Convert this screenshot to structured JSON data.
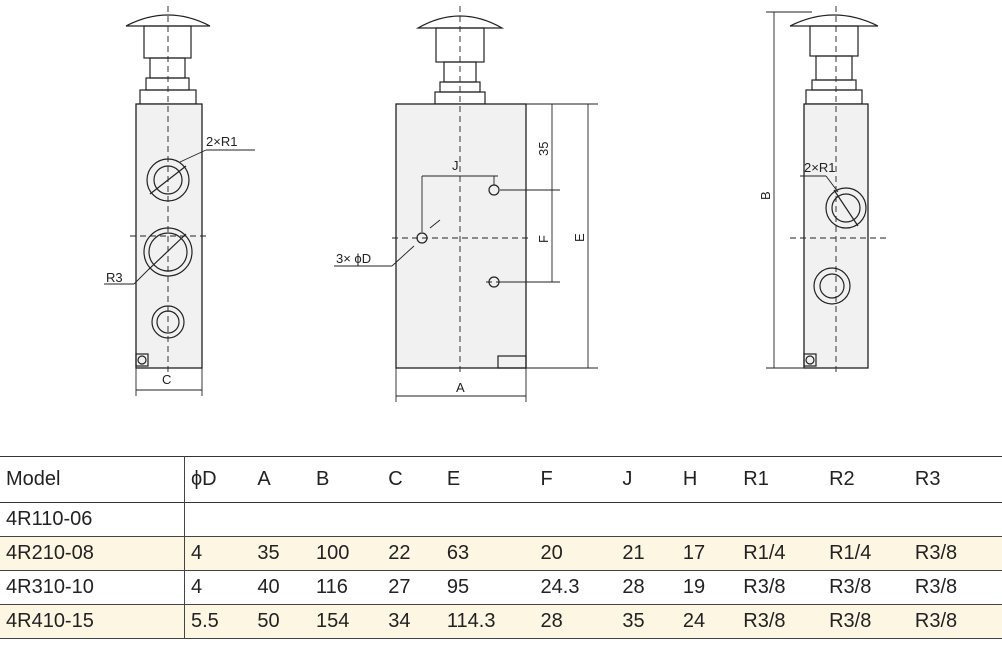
{
  "drawing": {
    "labels": {
      "left_holes": "2×R1",
      "left_r3": "R3",
      "left_c": "C",
      "mid_35": "35",
      "mid_j": "J",
      "mid_f": "F",
      "mid_e": "E",
      "mid_a": "A",
      "mid_d": "3× ϕD",
      "right_b": "B",
      "right_holes": "2×R1"
    }
  },
  "table": {
    "headers": [
      "Model",
      "ϕD",
      "A",
      "B",
      "C",
      "E",
      "F",
      "J",
      "H",
      "R1",
      "R2",
      "R3"
    ],
    "rows": [
      [
        "4R110-06",
        "",
        "",
        "",
        "",
        "",
        "",
        "",
        "",
        "",
        "",
        ""
      ],
      [
        "4R210-08",
        "4",
        "35",
        "100",
        "22",
        "63",
        "20",
        "21",
        "17",
        "R1/4",
        "R1/4",
        "R3/8"
      ],
      [
        "4R310-10",
        "4",
        "40",
        "116",
        "27",
        "95",
        "24.3",
        "28",
        "19",
        "R3/8",
        "R3/8",
        "R3/8"
      ],
      [
        "4R410-15",
        "5.5",
        "50",
        "154",
        "34",
        "114.3",
        "28",
        "35",
        "24",
        "R3/8",
        "R3/8",
        "R3/8"
      ]
    ]
  }
}
